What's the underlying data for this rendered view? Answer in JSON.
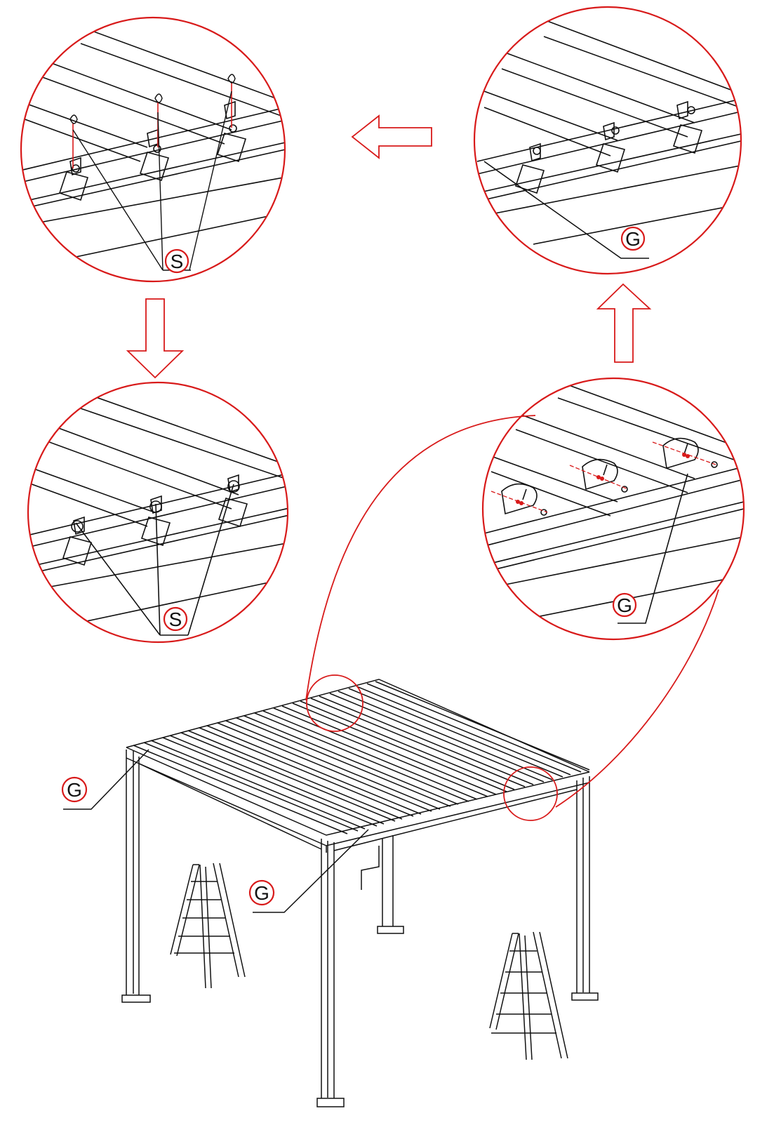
{
  "labels": {
    "s_top": "S",
    "g_top": "G",
    "s_mid": "S",
    "g_mid": "G",
    "g_left": "G",
    "g_center": "G"
  },
  "colors": {
    "accent": "#d81a1a",
    "ink": "#111111",
    "background": "#ffffff"
  },
  "icons": {
    "arrow_top": "arrow-left-icon",
    "arrow_left": "arrow-down-icon",
    "arrow_right": "arrow-up-icon"
  }
}
